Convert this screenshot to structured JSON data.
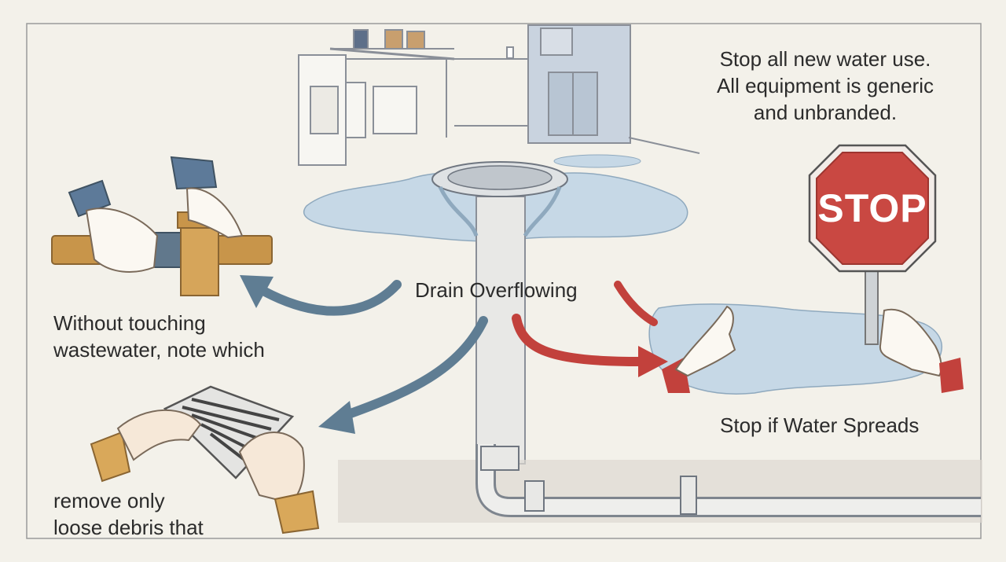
{
  "notice": {
    "line1": "Stop all new water use.",
    "line2": "All equipment is generic",
    "line3": "and unbranded."
  },
  "center_label": "Drain Overflowing",
  "left_top": {
    "line1": "Without touching",
    "line2": "wastewater, note which"
  },
  "left_bottom": {
    "line1": "remove only",
    "line2": "loose debris that"
  },
  "right_label": "Stop if Water Spreads",
  "sign_text": "STOP",
  "colors": {
    "background": "#f3f1ea",
    "water": "#c6d8e6",
    "stop_red": "#c94842",
    "arrow_blue": "#5f7d93",
    "arrow_red": "#c2413c",
    "pipe_copper": "#c8954a"
  }
}
